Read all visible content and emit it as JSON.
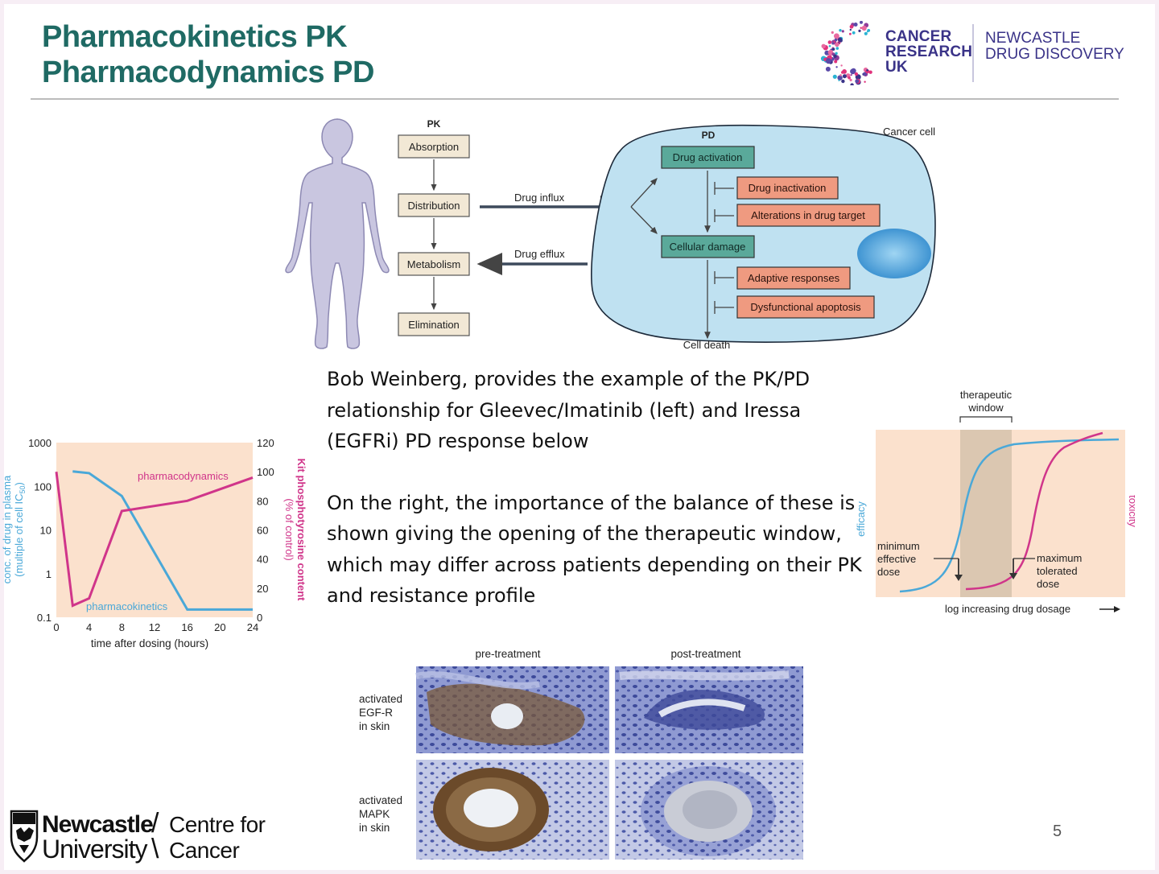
{
  "header": {
    "title_line1": "Pharmacokinetics PK",
    "title_line2": "Pharmacodynamics PD"
  },
  "logo_cruk": {
    "line1": "CANCER",
    "line2": "RESEARCH",
    "line3": "UK",
    "partner_line1": "NEWCASTLE",
    "partner_line2": "DRUG DISCOVERY"
  },
  "pkpd_diagram": {
    "pk_title": "PK",
    "pk_steps": [
      "Absorption",
      "Distribution",
      "Metabolism",
      "Elimination"
    ],
    "drug_influx": "Drug influx",
    "drug_efflux": "Drug efflux",
    "pd_title": "PD",
    "cancer_cell": "Cancer cell",
    "drug_activation": "Drug activation",
    "drug_inactivation": "Drug inactivation",
    "alterations": "Alterations in drug target",
    "cellular_damage": "Cellular damage",
    "adaptive": "Adaptive responses",
    "dysfunctional": "Dysfunctional apoptosis",
    "cell_death": "Cell death"
  },
  "body": {
    "paragraph1": "Bob Weinberg, provides the example of the PK/PD relationship for Gleevec/Imatinib (left) and Iressa (EGFRi) PD response below",
    "paragraph2": "On the right, the importance of the balance of these is shown giving the opening of the therapeutic window, which may differ across patients depending on their PK and resistance profile"
  },
  "chart_data": [
    {
      "type": "line",
      "xlabel": "time after dosing (hours)",
      "ylabel_left_line1": "conc. of drug in plasma",
      "ylabel_left_line2": "(multiple of cell IC",
      "ylabel_left_sub": "50",
      "ylabel_left_end": ")",
      "ylabel_right_line1": "Kit phosphotyrosine content",
      "ylabel_right_line2": "(% of control)",
      "x_ticks": [
        "0",
        "4",
        "8",
        "12",
        "16",
        "20",
        "24"
      ],
      "y_left_ticks": [
        "0.1",
        "1",
        "10",
        "100",
        "1000"
      ],
      "y_right_ticks": [
        "0",
        "20",
        "40",
        "60",
        "80",
        "100",
        "120"
      ],
      "xlim": [
        0,
        24
      ],
      "ylim_left": [
        0.1,
        1000
      ],
      "ylim_right": [
        0,
        120
      ],
      "y_left_scale": "log",
      "series": [
        {
          "name": "pharmacokinetics",
          "axis": "left",
          "color": "#4aa8d8",
          "x": [
            2,
            4,
            8,
            16,
            24
          ],
          "y": [
            220,
            200,
            60,
            0.15,
            0.15
          ]
        },
        {
          "name": "pharmacodynamics",
          "axis": "right",
          "color": "#d0358a",
          "x": [
            0,
            2,
            4,
            8,
            16,
            24
          ],
          "y": [
            100,
            8,
            13,
            73,
            80,
            96
          ]
        }
      ]
    },
    {
      "type": "line",
      "xlabel": "log increasing drug dosage",
      "ylabel_left": "efficacy",
      "ylabel_right": "toxicity",
      "window_label_line1": "therapeutic",
      "window_label_line2": "window",
      "min_dose_line1": "minimum",
      "min_dose_line2": "effective",
      "min_dose_line3": "dose",
      "max_dose_line1": "maximum",
      "max_dose_line2": "tolerated",
      "max_dose_line3": "dose",
      "series": [
        {
          "name": "efficacy",
          "color": "#4aa8d8"
        },
        {
          "name": "toxicity",
          "color": "#d0358a"
        }
      ]
    }
  ],
  "ihc_panel": {
    "col_pre": "pre-treatment",
    "col_post": "post-treatment",
    "row1_line1": "activated",
    "row1_line2": "EGF-R",
    "row1_line3": "in skin",
    "row2_line1": "activated",
    "row2_line2": "MAPK",
    "row2_line3": "in skin"
  },
  "footer": {
    "uni_line1": "Newcastle",
    "uni_line2": "University",
    "centre_line1": "Centre for",
    "centre_line2": "Cancer",
    "page_number": "5"
  },
  "colors": {
    "title": "#1f6a64",
    "cruk": "#3a3388",
    "pk_box": "#f2e8d5",
    "pd_teal": "#5aa99a",
    "pd_salmon": "#ef9a80",
    "cell_fill": "#bfe1f1",
    "chart_bg": "#fbe1cd"
  }
}
